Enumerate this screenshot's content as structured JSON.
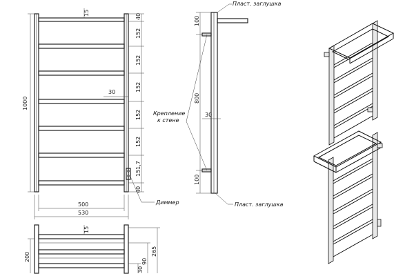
{
  "front_view": {
    "top_dims": [
      "15",
      "40"
    ],
    "spacing_dims": [
      "152",
      "152",
      "152",
      "152",
      "152",
      "151,7",
      "40"
    ],
    "rung_gap": "30",
    "height": "1000",
    "inner_width": "500",
    "outer_width": "530"
  },
  "side_view": {
    "dims": [
      "100",
      "800",
      "100",
      "30"
    ],
    "labels": {
      "top_plug": "Пласт. заглушка",
      "bottom_plug": "Пласт. заглушка",
      "mounting_line1": "Крепление",
      "mounting_line2": "к стене",
      "dimmer": "Диммер"
    }
  },
  "top_view": {
    "dims": [
      "15",
      "200",
      "30",
      "90",
      "265"
    ]
  }
}
